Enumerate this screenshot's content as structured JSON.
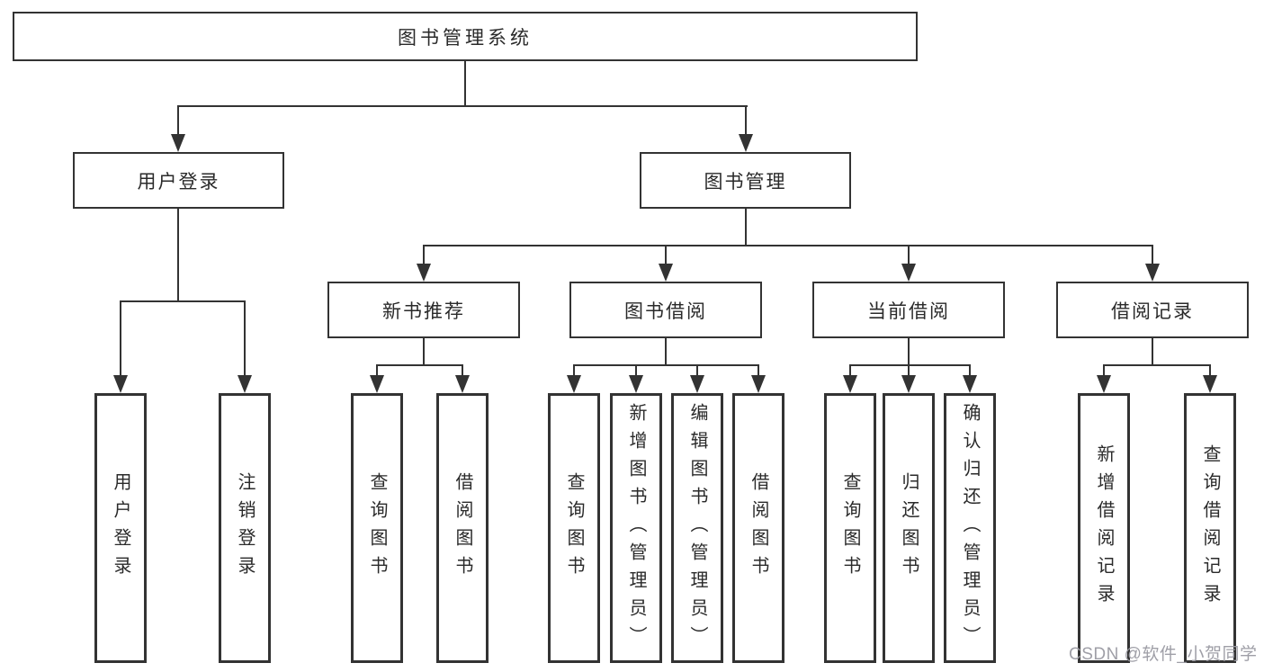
{
  "colors": {
    "line": "#333333",
    "text": "#2a2a2a",
    "watermark": "#9a9aa2",
    "background": "#ffffff"
  },
  "root": {
    "label": "图书管理系统"
  },
  "branches": [
    {
      "label": "用户登录",
      "children": [
        {
          "label": "用户登录"
        },
        {
          "label": "注销登录"
        }
      ]
    },
    {
      "label": "图书管理",
      "sections": [
        {
          "label": "新书推荐",
          "children": [
            {
              "label": "查询图书"
            },
            {
              "label": "借阅图书"
            }
          ]
        },
        {
          "label": "图书借阅",
          "children": [
            {
              "label": "查询图书"
            },
            {
              "label": "新增图书（管理员）"
            },
            {
              "label": "编辑图书（管理员）"
            },
            {
              "label": "借阅图书"
            }
          ]
        },
        {
          "label": "当前借阅",
          "children": [
            {
              "label": "查询图书"
            },
            {
              "label": "归还图书"
            },
            {
              "label": "确认归还（管理员）"
            }
          ]
        },
        {
          "label": "借阅记录",
          "children": [
            {
              "label": "新增借阅记录"
            },
            {
              "label": "查询借阅记录"
            }
          ]
        }
      ]
    }
  ],
  "watermark": "CSDN @软件_小贺同学"
}
